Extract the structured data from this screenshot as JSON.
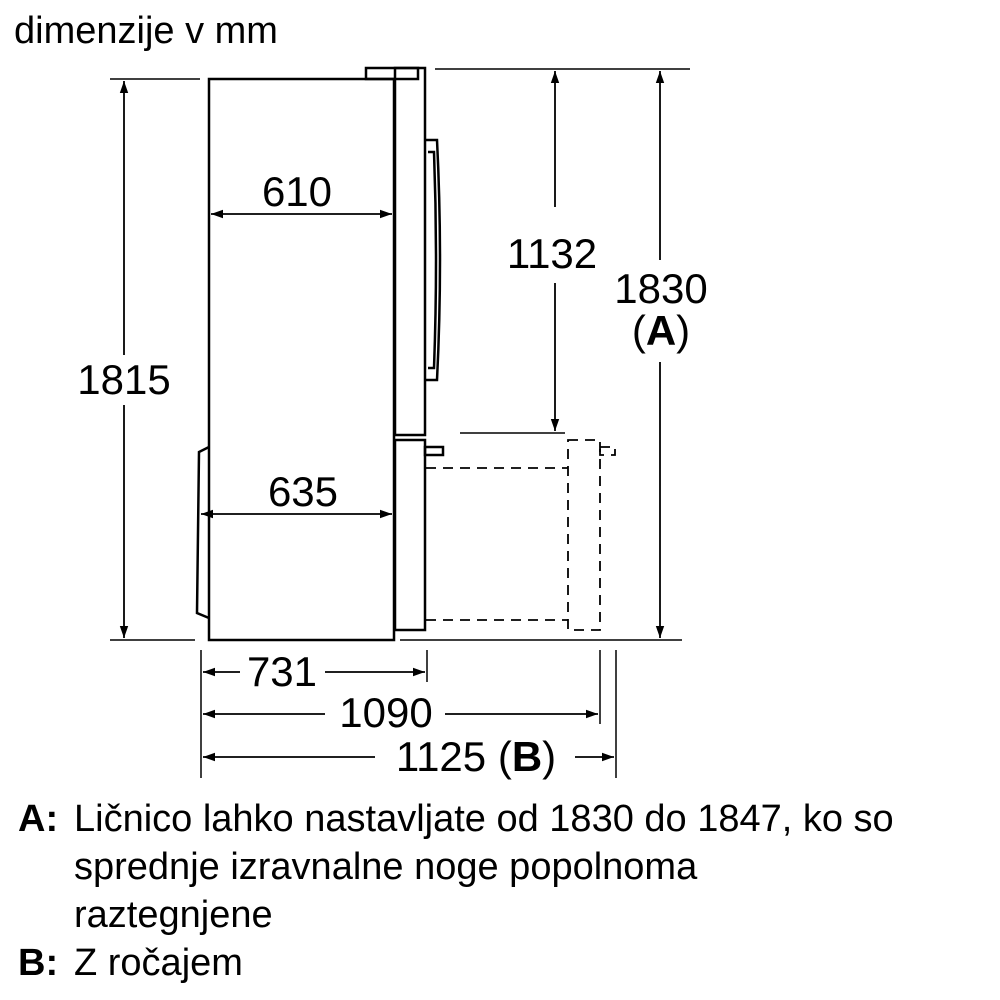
{
  "title": "dimenzije v mm",
  "dimensions": {
    "height_body": "1815",
    "depth_top": "610",
    "depth_bottom": "635",
    "height_handle": "1132",
    "height_total": "1830",
    "height_total_ref": "A",
    "depth_731": "731",
    "depth_1090": "1090",
    "depth_1125": "1125",
    "depth_1125_ref": "B"
  },
  "notes": [
    {
      "key": "A:",
      "text": "Ličnico lahko nastavljate od 1830 do 1847, ko so sprednje izravnalne noge popolnoma raztegnjene"
    },
    {
      "key": "B:",
      "text": "Z ročajem"
    }
  ]
}
